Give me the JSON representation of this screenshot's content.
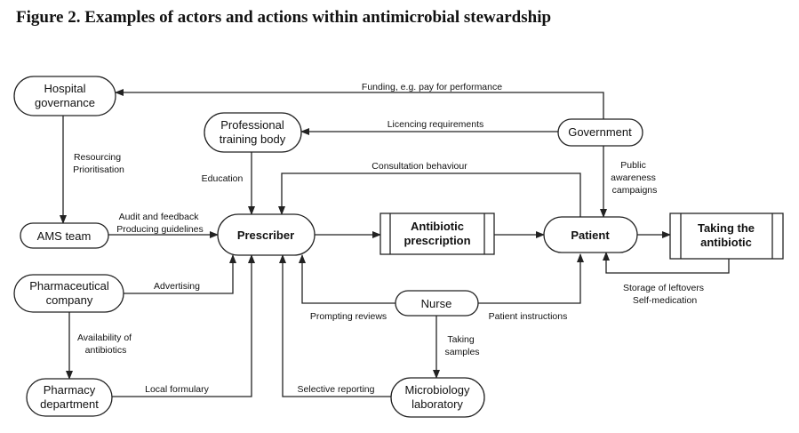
{
  "title": "Figure 2. Examples of actors and actions within antimicrobial stewardship",
  "nodes": {
    "hospital_governance": [
      "Hospital",
      "governance"
    ],
    "professional_training_body": [
      "Professional",
      "training body"
    ],
    "government": [
      "Government"
    ],
    "ams_team": [
      "AMS team"
    ],
    "prescriber": [
      "Prescriber"
    ],
    "antibiotic_prescription": [
      "Antibiotic",
      "prescription"
    ],
    "patient": [
      "Patient"
    ],
    "taking_the_antibiotic": [
      "Taking the",
      "antibiotic"
    ],
    "pharmaceutical_company": [
      "Pharmaceutical",
      "company"
    ],
    "nurse": [
      "Nurse"
    ],
    "pharmacy_department": [
      "Pharmacy",
      "department"
    ],
    "microbiology_laboratory": [
      "Microbiology",
      "laboratory"
    ]
  },
  "edges": {
    "funding": [
      "Funding, e.g. pay for performance"
    ],
    "licencing": [
      "Licencing requirements"
    ],
    "consultation": [
      "Consultation behaviour"
    ],
    "resourcing": [
      "Resourcing",
      "Prioritisation"
    ],
    "education": [
      "Education"
    ],
    "public_awareness": [
      "Public",
      "awareness",
      "campaigns"
    ],
    "audit": [
      "Audit and feedback",
      "Producing guidelines"
    ],
    "advertising": [
      "Advertising"
    ],
    "storage": [
      "Storage of leftovers",
      "Self-medication"
    ],
    "availability": [
      "Availability of",
      "antibiotics"
    ],
    "prompting": [
      "Prompting reviews"
    ],
    "patient_instructions": [
      "Patient instructions"
    ],
    "taking_samples": [
      "Taking",
      "samples"
    ],
    "local_formulary": [
      "Local formulary"
    ],
    "selective_reporting": [
      "Selective reporting"
    ]
  }
}
